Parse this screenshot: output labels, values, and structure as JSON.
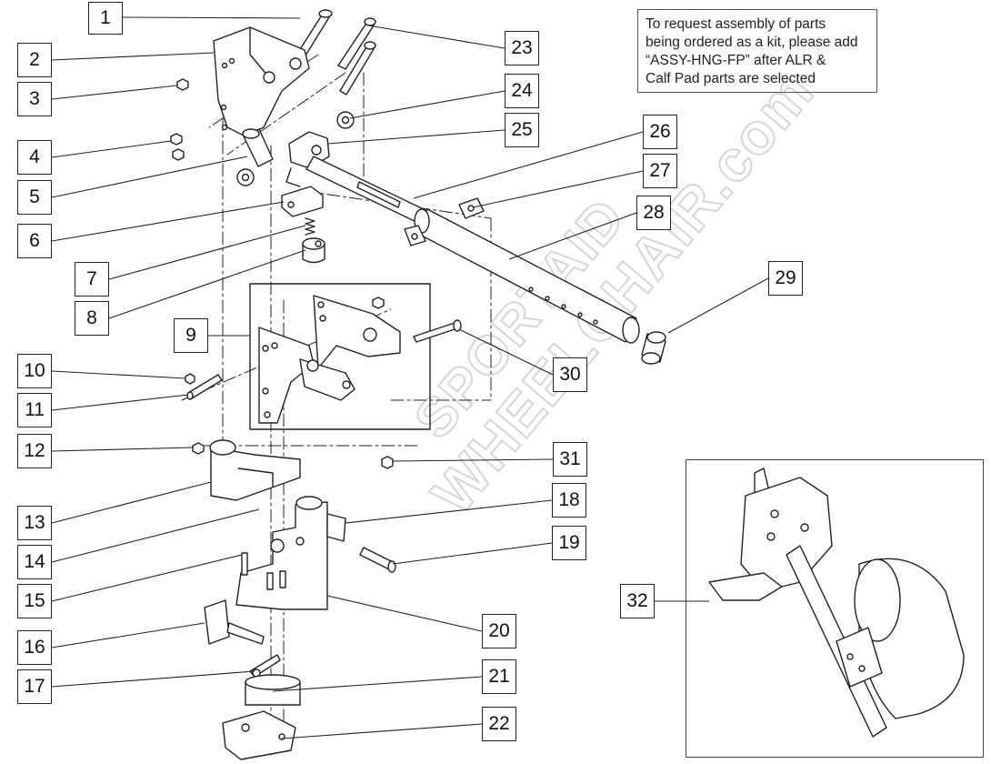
{
  "note": {
    "lines": [
      "To request assembly of parts",
      "being ordered as a kit, please add",
      "“ASSY-HNG-FP” after ALR &",
      "Calf Pad parts are selected"
    ]
  },
  "callouts": [
    "1",
    "2",
    "3",
    "4",
    "5",
    "6",
    "7",
    "8",
    "9",
    "10",
    "11",
    "12",
    "13",
    "14",
    "15",
    "16",
    "17",
    "18",
    "19",
    "20",
    "21",
    "22",
    "23",
    "24",
    "25",
    "26",
    "27",
    "28",
    "29",
    "30",
    "31",
    "32"
  ],
  "watermark": {
    "line1": "SPORTAID",
    "line2": "WHEELCHAIR.com"
  },
  "colors": {
    "line": "#222222",
    "part_fill": "#ffffff",
    "watermark": "#dcdcdc"
  }
}
